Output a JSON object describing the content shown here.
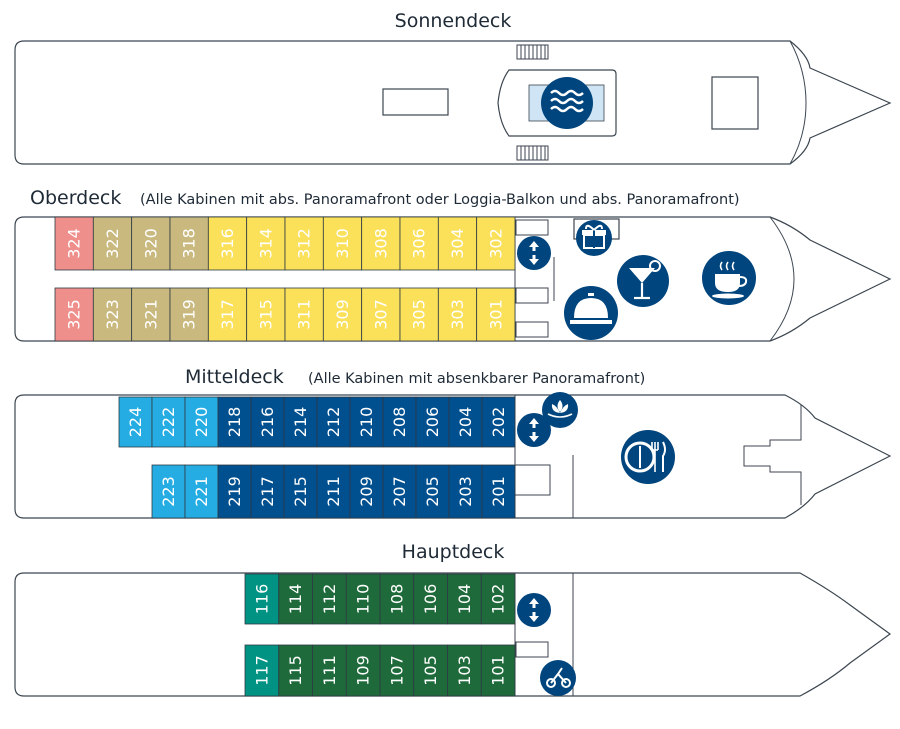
{
  "colors": {
    "rose": "#ef8f8c",
    "tan": "#c9b97e",
    "yellow": "#fbe05a",
    "cyan": "#25ade3",
    "navy": "#004f8f",
    "teal": "#009384",
    "green": "#1e6a3a",
    "icon": "#00457d",
    "pool": "#cfe4f4"
  },
  "decks": [
    {
      "id": "sonnendeck",
      "name": "Sonnendeck",
      "note": ""
    },
    {
      "id": "oberdeck",
      "name": "Oberdeck",
      "note": "(Alle Kabinen mit abs. Panoramafront oder Loggia-Balkon und abs. Panoramafront)"
    },
    {
      "id": "mitteldeck",
      "name": "Mitteldeck",
      "note": "(Alle Kabinen mit absenkbarer Panoramafront)"
    },
    {
      "id": "hauptdeck",
      "name": "Hauptdeck",
      "note": ""
    }
  ],
  "cabins": {
    "oberdeck_top": [
      {
        "no": "324",
        "cat": "rose"
      },
      {
        "no": "322",
        "cat": "tan"
      },
      {
        "no": "320",
        "cat": "tan"
      },
      {
        "no": "318",
        "cat": "tan"
      },
      {
        "no": "316",
        "cat": "yellow"
      },
      {
        "no": "314",
        "cat": "yellow"
      },
      {
        "no": "312",
        "cat": "yellow"
      },
      {
        "no": "310",
        "cat": "yellow"
      },
      {
        "no": "308",
        "cat": "yellow"
      },
      {
        "no": "306",
        "cat": "yellow"
      },
      {
        "no": "304",
        "cat": "yellow"
      },
      {
        "no": "302",
        "cat": "yellow"
      }
    ],
    "oberdeck_bottom": [
      {
        "no": "325",
        "cat": "rose"
      },
      {
        "no": "323",
        "cat": "tan"
      },
      {
        "no": "321",
        "cat": "tan"
      },
      {
        "no": "319",
        "cat": "tan"
      },
      {
        "no": "317",
        "cat": "yellow"
      },
      {
        "no": "315",
        "cat": "yellow"
      },
      {
        "no": "311",
        "cat": "yellow"
      },
      {
        "no": "309",
        "cat": "yellow"
      },
      {
        "no": "307",
        "cat": "yellow"
      },
      {
        "no": "305",
        "cat": "yellow"
      },
      {
        "no": "303",
        "cat": "yellow"
      },
      {
        "no": "301",
        "cat": "yellow"
      }
    ],
    "mitteldeck_top": [
      {
        "no": "224",
        "cat": "cyan"
      },
      {
        "no": "222",
        "cat": "cyan"
      },
      {
        "no": "220",
        "cat": "cyan"
      },
      {
        "no": "218",
        "cat": "navy"
      },
      {
        "no": "216",
        "cat": "navy"
      },
      {
        "no": "214",
        "cat": "navy"
      },
      {
        "no": "212",
        "cat": "navy"
      },
      {
        "no": "210",
        "cat": "navy"
      },
      {
        "no": "208",
        "cat": "navy"
      },
      {
        "no": "206",
        "cat": "navy"
      },
      {
        "no": "204",
        "cat": "navy"
      },
      {
        "no": "202",
        "cat": "navy"
      }
    ],
    "mitteldeck_bottom": [
      {
        "no": "223",
        "cat": "cyan"
      },
      {
        "no": "221",
        "cat": "cyan"
      },
      {
        "no": "219",
        "cat": "navy"
      },
      {
        "no": "217",
        "cat": "navy"
      },
      {
        "no": "215",
        "cat": "navy"
      },
      {
        "no": "211",
        "cat": "navy"
      },
      {
        "no": "209",
        "cat": "navy"
      },
      {
        "no": "207",
        "cat": "navy"
      },
      {
        "no": "205",
        "cat": "navy"
      },
      {
        "no": "203",
        "cat": "navy"
      },
      {
        "no": "201",
        "cat": "navy"
      }
    ],
    "hauptdeck_top": [
      {
        "no": "116",
        "cat": "teal"
      },
      {
        "no": "114",
        "cat": "green"
      },
      {
        "no": "112",
        "cat": "green"
      },
      {
        "no": "110",
        "cat": "green"
      },
      {
        "no": "108",
        "cat": "green"
      },
      {
        "no": "106",
        "cat": "green"
      },
      {
        "no": "104",
        "cat": "green"
      },
      {
        "no": "102",
        "cat": "green"
      }
    ],
    "hauptdeck_bottom": [
      {
        "no": "117",
        "cat": "teal"
      },
      {
        "no": "115",
        "cat": "green"
      },
      {
        "no": "111",
        "cat": "green"
      },
      {
        "no": "109",
        "cat": "green"
      },
      {
        "no": "107",
        "cat": "green"
      },
      {
        "no": "105",
        "cat": "green"
      },
      {
        "no": "103",
        "cat": "green"
      },
      {
        "no": "101",
        "cat": "green"
      }
    ]
  },
  "icons": [
    {
      "name": "pool-icon"
    },
    {
      "name": "elevator-icon"
    },
    {
      "name": "gift-shop-icon"
    },
    {
      "name": "cocktail-bar-icon"
    },
    {
      "name": "coffee-icon"
    },
    {
      "name": "reception-bell-icon"
    },
    {
      "name": "spa-lotus-icon"
    },
    {
      "name": "restaurant-icon"
    },
    {
      "name": "fitness-icon"
    }
  ]
}
